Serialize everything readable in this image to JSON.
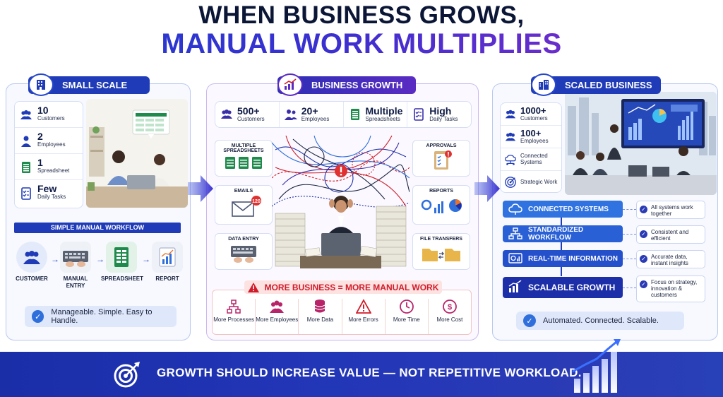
{
  "title": {
    "line1": "WHEN BUSINESS GROWS,",
    "line2": "MANUAL WORK MULTIPLIES"
  },
  "left": {
    "badge": "SMALL SCALE",
    "stats": [
      {
        "num": "10",
        "label": "Customers"
      },
      {
        "num": "2",
        "label": "Employees"
      },
      {
        "num": "1",
        "label": "Spreadsheet"
      },
      {
        "num": "Few",
        "label": "Daily Tasks"
      }
    ],
    "workflow_title": "SIMPLE MANUAL WORKFLOW",
    "workflow": [
      {
        "label": "CUSTOMER"
      },
      {
        "label": "MANUAL ENTRY"
      },
      {
        "label": "SPREADSHEET"
      },
      {
        "label": "REPORT"
      }
    ],
    "summary": "Manageable. Simple. Easy to Handle."
  },
  "middle": {
    "badge": "BUSINESS GROWTH",
    "stats": [
      {
        "num": "500+",
        "label": "Customers"
      },
      {
        "num": "20+",
        "label": "Employees"
      },
      {
        "num": "Multiple",
        "label": "Spreadsheets"
      },
      {
        "num": "High",
        "label": "Daily Tasks"
      }
    ],
    "boxes": {
      "spreadsheets": "MULTIPLE SPREADSHEETS",
      "emails": "EMAILS",
      "email_count": "120",
      "data_entry": "DATA ENTRY",
      "approvals": "APPROVALS",
      "reports": "REPORTS",
      "file_transfers": "FILE TRANSFERS"
    },
    "banner": "MORE BUSINESS = MORE MANUAL WORK",
    "more": [
      {
        "label": "More Processes"
      },
      {
        "label": "More Employees"
      },
      {
        "label": "More Data"
      },
      {
        "label": "More Errors"
      },
      {
        "label": "More Time"
      },
      {
        "label": "More Cost"
      }
    ]
  },
  "right": {
    "badge": "SCALED BUSINESS",
    "stats": [
      {
        "num": "1000+",
        "label": "Customers"
      },
      {
        "num": "100+",
        "label": "Employees"
      },
      {
        "num": "",
        "label": "Connected Systems"
      },
      {
        "num": "",
        "label": "Strategic Work"
      }
    ],
    "steps": [
      {
        "label": "CONNECTED SYSTEMS",
        "note": "All systems work together",
        "color": "#2f72e0"
      },
      {
        "label": "STANDARDIZED WORKFLOW",
        "note": "Consistent and efficient",
        "color": "#2960d6"
      },
      {
        "label": "REAL-TIME INFORMATION",
        "note": "Accurate data, instant insights",
        "color": "#2550cc"
      },
      {
        "label": "SCALABLE GROWTH",
        "note": "Focus on strategy, innovation & customers",
        "color": "#1d2fa8"
      }
    ],
    "summary": "Automated. Connected. Scalable."
  },
  "footer": {
    "text": "GROWTH SHOULD INCREASE VALUE — NOT REPETITIVE WORKLOAD."
  },
  "colors": {
    "primary": "#1f3bb8",
    "accent": "#5a2bc3",
    "alert": "#d01c2a",
    "excel": "#1e8a4c"
  }
}
